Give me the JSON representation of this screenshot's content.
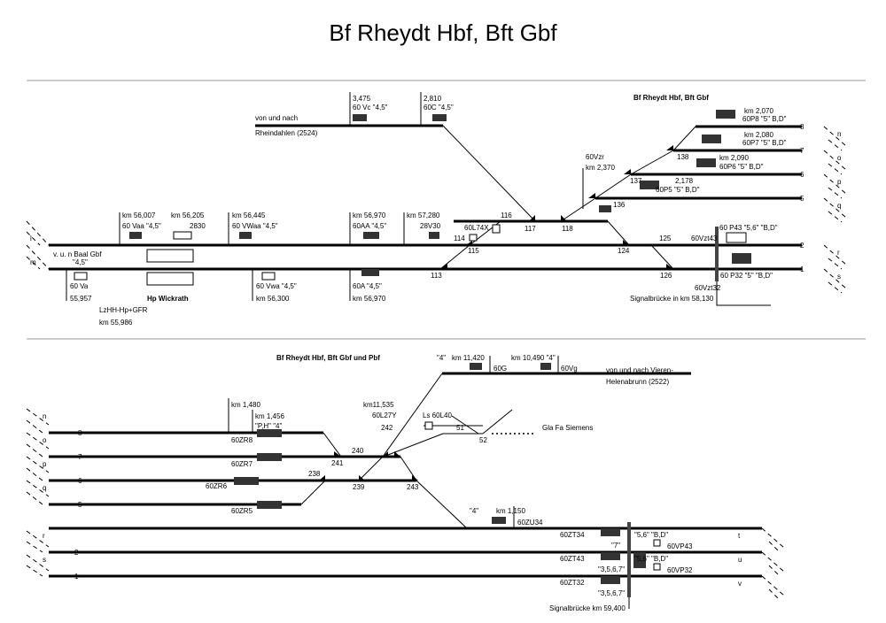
{
  "title": "Bf Rheydt Hbf, Bft Gbf",
  "top": {
    "subtitle": "Bf Rheydt Hbf, Bft Gbf",
    "rheindahlen": [
      "von und nach",
      "Rheindahlen (2524)"
    ],
    "texts": [
      "3,475",
      "60 Vc \"4,5\"",
      "2,810",
      "60C \"4,5\"",
      "km 2,070",
      "60P8 \"5\" B,D\"",
      "km 2,080",
      "60P7 \"5\" B,D\"",
      "km 2,090",
      "60P6 \"5\" B,D\"",
      "2,178",
      "60P5 \"5\" B,D\"",
      "60Vzr",
      "km 2,370",
      "km 56,007",
      "60 Vaa \"4,5\"",
      "km 56,205",
      "2830",
      "km 56,445",
      "60 VWaa \"4,5\"",
      "km 56,970",
      "60AA \"4,5\"",
      "km 57,280",
      "28V30",
      "60L74X",
      "114",
      "116",
      "117",
      "118",
      "115",
      "124",
      "125",
      "113",
      "126",
      "138",
      "137",
      "136",
      "60Vzt43",
      "60 P43 \"5,6\" \"B,D\"",
      "60 P32 \"5\" \"B,D\"",
      "60Vzt32",
      "Signalbrücke in km 58,130",
      "v. u. n Baal Gbf",
      "\"4,5\"",
      "60 Va",
      "55,957",
      "Hp Wickrath",
      "LzHH-Hp+GFR",
      "km 55,986",
      "60 Vwa \"4,5\"",
      "km 56,300",
      "60A \"4,5\"",
      "km 56,970"
    ],
    "track_nums": [
      "8",
      "7",
      "6",
      "5",
      "2",
      "1"
    ],
    "dir_letters": [
      "n",
      "o",
      "p",
      "q",
      "r",
      "s"
    ],
    "left_letters": [
      "l",
      "m"
    ]
  },
  "bottom": {
    "subtitle": "Bf Rheydt Hbf, Bft Gbf und Pbf",
    "vierenaa": [
      "von und nach Vieren-",
      "Helenabrunn (2522)"
    ],
    "texts": [
      "\"4\"",
      "km 11,420",
      "60G",
      "km 10,490 \"4\"",
      "60Vg",
      "km 1,480",
      "km 1,456",
      "\"P,H\" \"4\"",
      "km11,535",
      "60L27Y",
      "Ls 60L40",
      "242",
      "51",
      "52",
      "Gla Fa Siemens",
      "60ZR8",
      "60ZR7",
      "60ZR6",
      "60ZR5",
      "240",
      "241",
      "238",
      "239",
      "243",
      "\"4\"",
      "km 1,150",
      "60ZU34",
      "60ZT34",
      "\"5,6\" \"B,D\"",
      "\"7\"",
      "60VP43",
      "60ZT43",
      "\"5,6\" \"B,D\"",
      "\"3,5,6,7\"",
      "60VP32",
      "60ZT32",
      "\"3,5,6,7\"",
      "Signalbrücke km 59,400"
    ],
    "track_nums": [
      "8",
      "7",
      "6",
      "5",
      "2",
      "1"
    ],
    "left_letters": [
      "n",
      "o",
      "p",
      "q",
      "r",
      "s"
    ],
    "right_letters": [
      "t",
      "u",
      "v"
    ]
  }
}
